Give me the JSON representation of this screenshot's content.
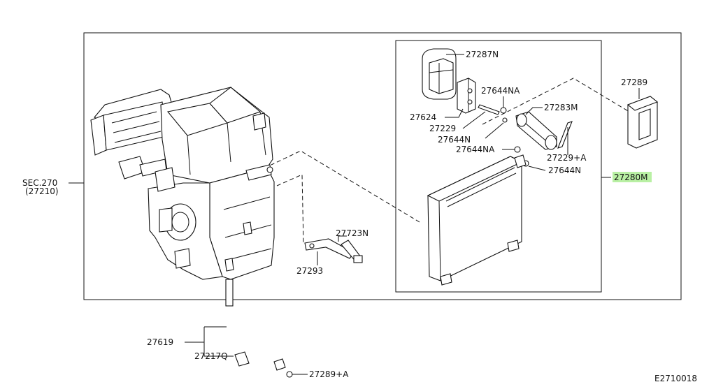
{
  "labels": {
    "sec270": "SEC.270",
    "sec270_ref": "(27210)",
    "p27287N": "27287N",
    "p27289": "27289",
    "p27644NA_top": "27644NA",
    "p27283M": "27283M",
    "p27624": "27624",
    "p27229": "27229",
    "p27644N_left": "27644N",
    "p27644NA_mid": "27644NA",
    "p27229A": "27229+A",
    "p27644N_right": "27644N",
    "p27280M": "27280M",
    "p27723N": "27723N",
    "p27293": "27293",
    "p27619": "27619",
    "p27217Q": "27217Q",
    "p27289A": "27289+A",
    "diagram_id": "E2710018"
  },
  "colors": {
    "highlight": "#b9f0a4",
    "line": "#111111"
  }
}
